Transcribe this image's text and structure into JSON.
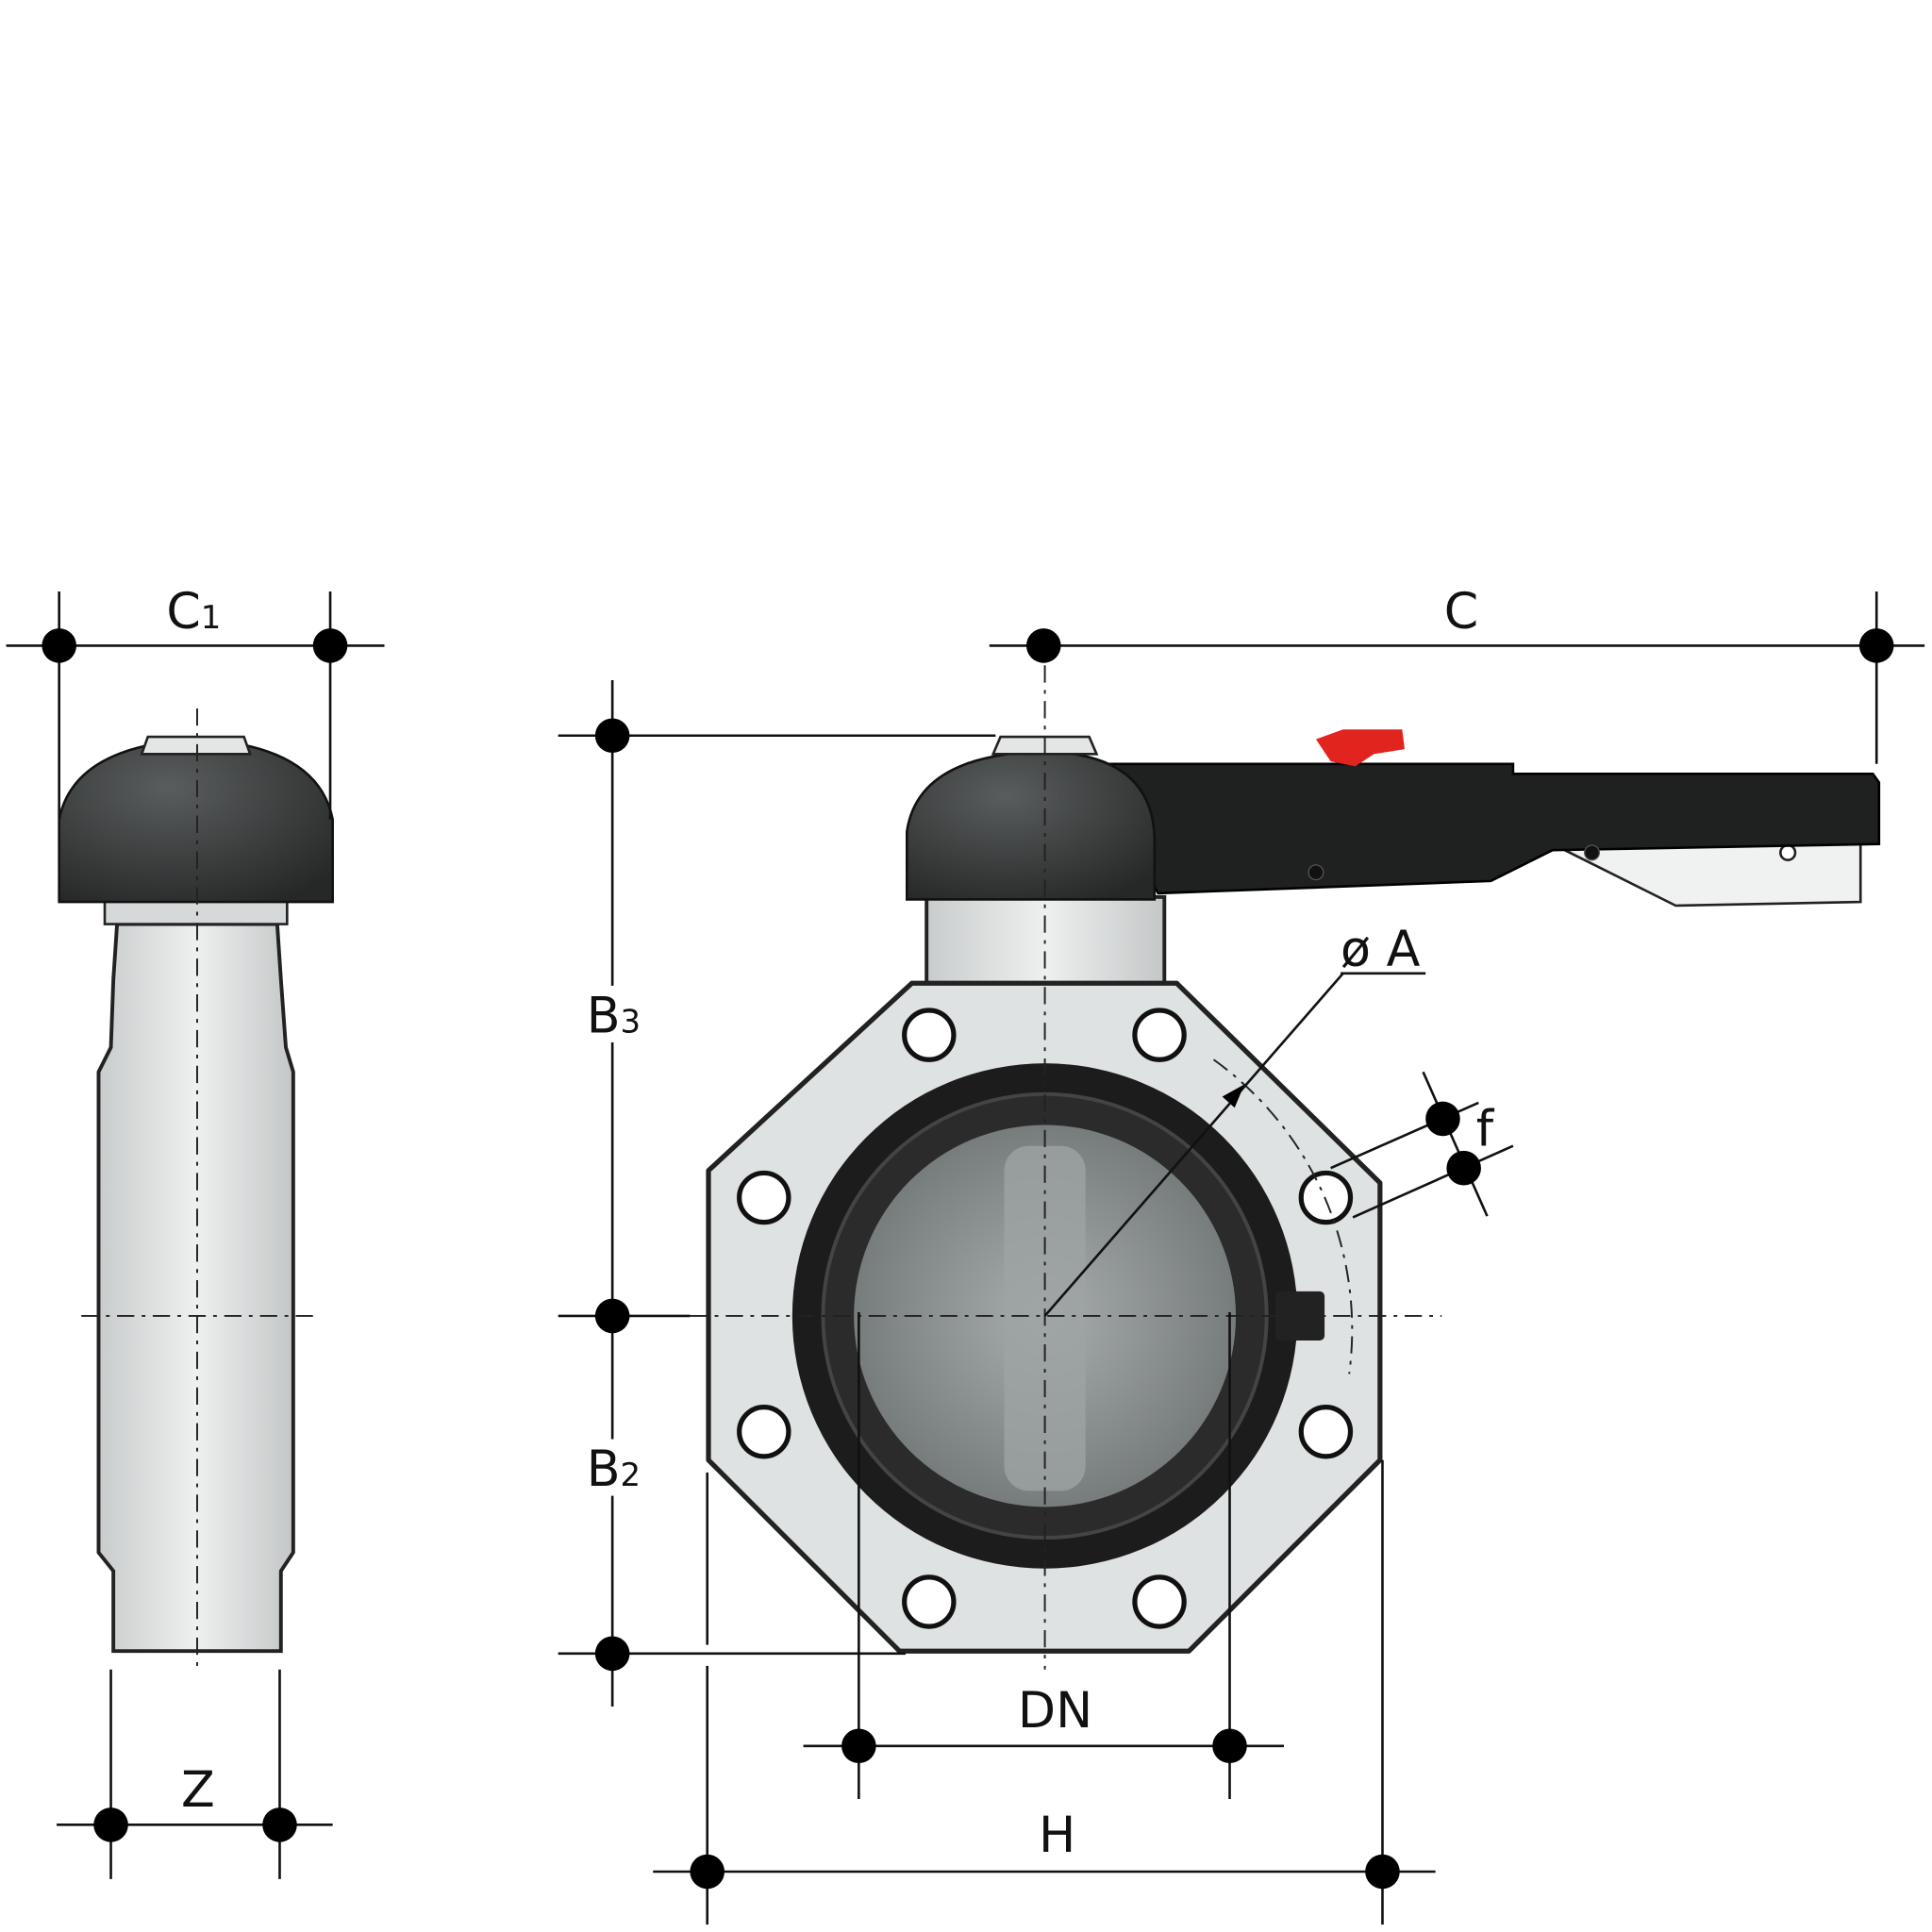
{
  "diagram": {
    "labels": {
      "c1": "C",
      "c1_sub": "1",
      "c": "C",
      "b3": "B",
      "b3_sub": "3",
      "b2": "B",
      "b2_sub": "2",
      "diameter_a": "ø A",
      "f": "f",
      "dn": "DN",
      "h": "H",
      "z": "Z"
    },
    "colors": {
      "body": "#dcdfdf",
      "cap": "#3a3c3c",
      "handle": "#1f2020",
      "seal": "#1c1c1c",
      "disc": "#8f9494",
      "lock_lever": "#e2241f",
      "dimension": "#111111"
    }
  }
}
